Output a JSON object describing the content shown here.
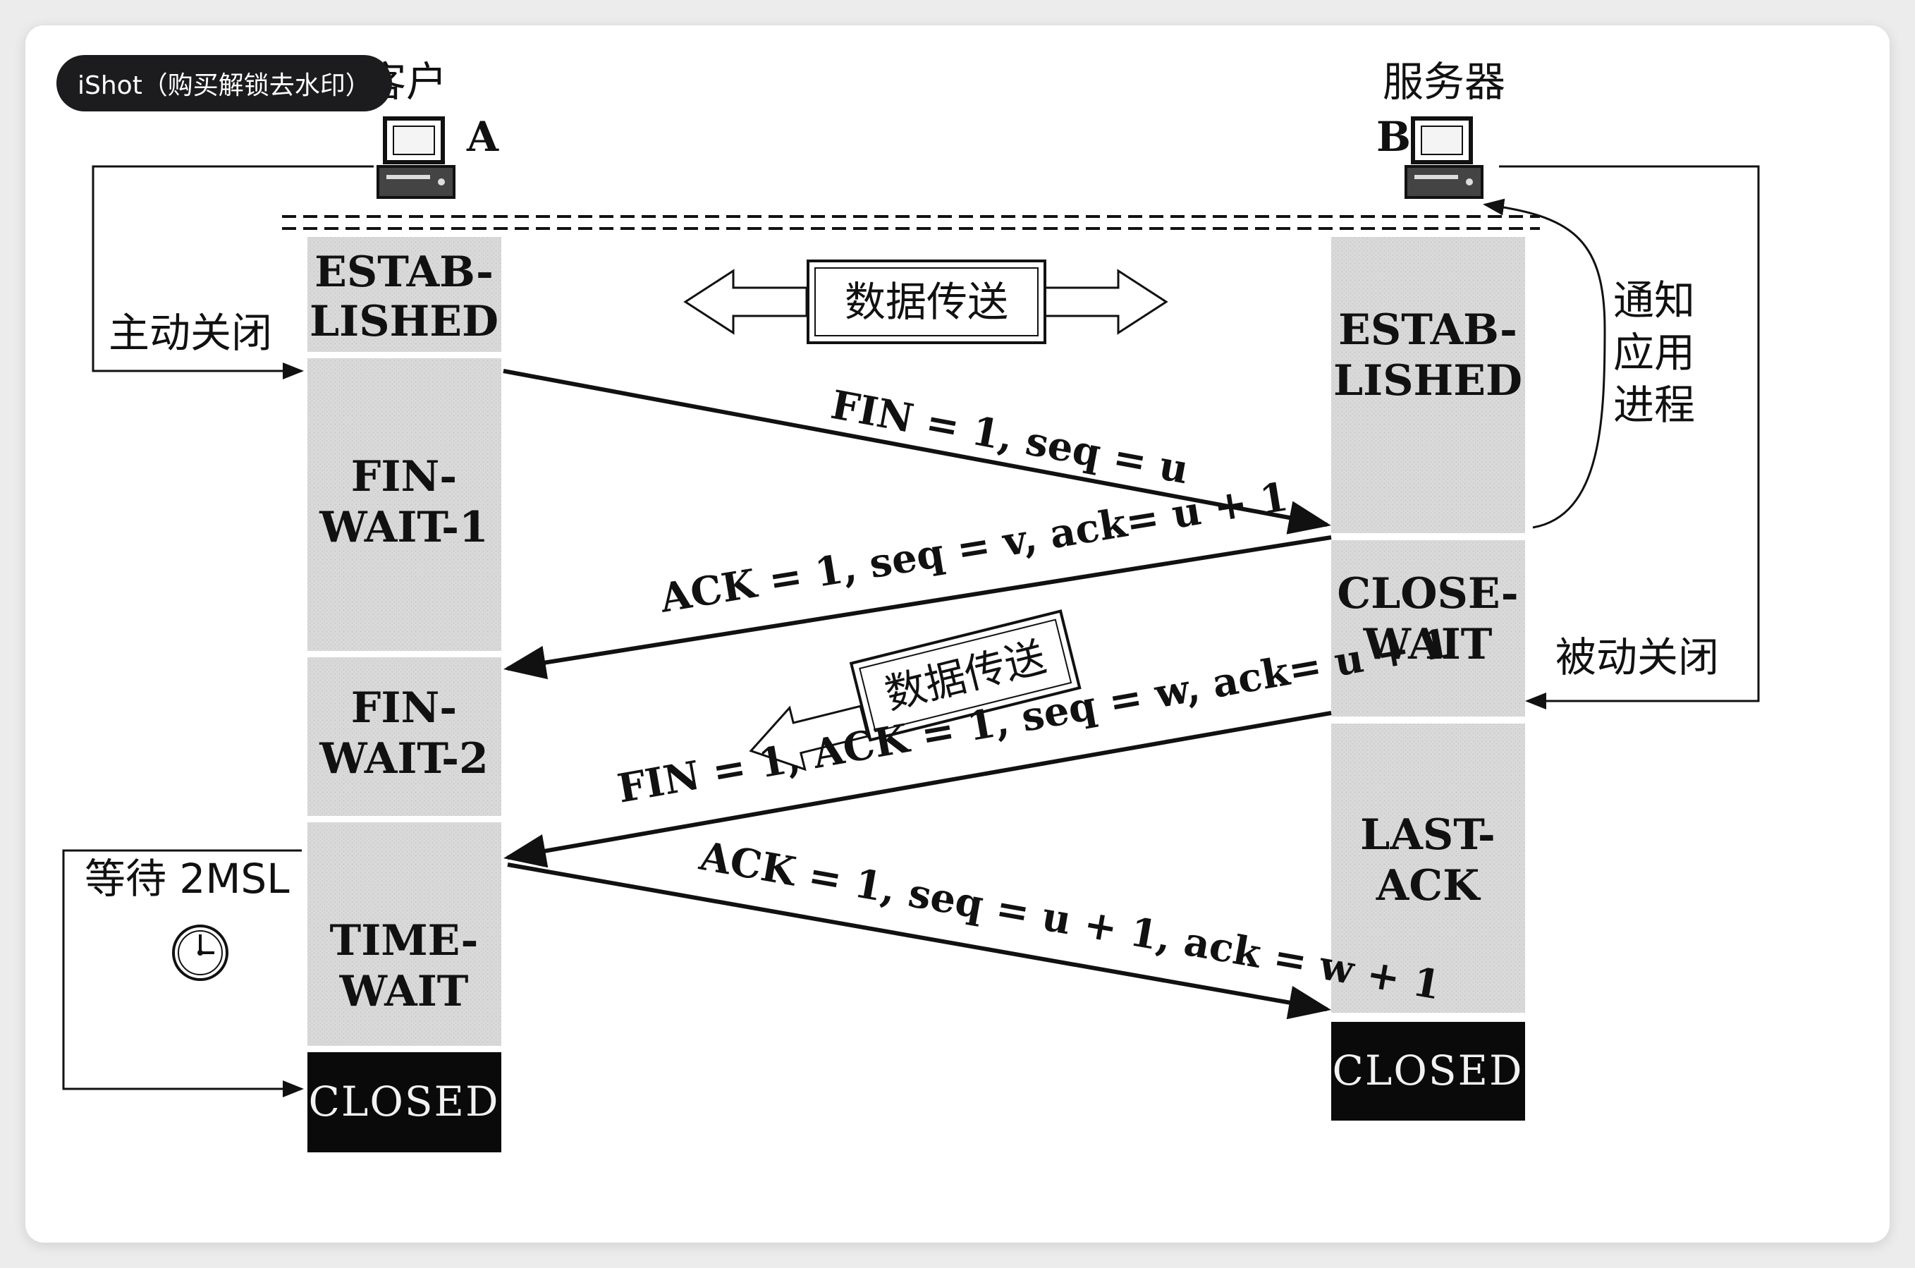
{
  "watermark": {
    "text": "iShot（购买解锁去水印）"
  },
  "hosts": {
    "client": {
      "title": "客户",
      "label": "A"
    },
    "server": {
      "title": "服务器",
      "label": "B"
    }
  },
  "client_states": {
    "established": [
      "ESTAB-",
      "LISHED"
    ],
    "fin_wait_1": [
      "FIN-",
      "WAIT-1"
    ],
    "fin_wait_2": [
      "FIN-",
      "WAIT-2"
    ],
    "time_wait": [
      "TIME-",
      "WAIT"
    ],
    "closed": "CLOSED"
  },
  "server_states": {
    "established": [
      "ESTAB-",
      "LISHED"
    ],
    "close_wait": [
      "CLOSE-",
      "WAIT"
    ],
    "last_ack": [
      "LAST-",
      "ACK"
    ],
    "closed": "CLOSED"
  },
  "annotations": {
    "active_close": "主动关闭",
    "passive_close": "被动关闭",
    "notify_app": [
      "通知",
      "应用",
      "进程"
    ],
    "wait_2msl": "等待 2MSL",
    "data_transfer_both": "数据传送",
    "data_transfer_server": "数据传送"
  },
  "messages": {
    "fin1": "FIN = 1, seq = u",
    "ack1": "ACK = 1, seq = v, ack= u + 1",
    "fin2": "FIN = 1, ACK = 1, seq = w, ack= u + 1",
    "ack2": "ACK = 1, seq = u + 1, ack = w + 1"
  },
  "colors": {
    "state_fill": "#d9d9d9",
    "closed_fill": "#0a0a0a",
    "line": "#111111",
    "card": "#ffffff",
    "background": "#ececec"
  }
}
